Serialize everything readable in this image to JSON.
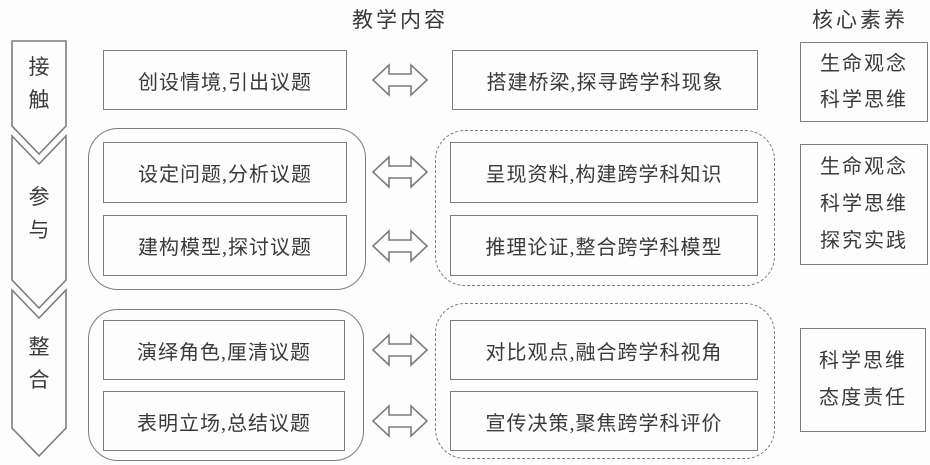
{
  "header": {
    "teaching_content": "教学内容",
    "core_literacy": "核心素养"
  },
  "stages": [
    {
      "label": "接触"
    },
    {
      "label": "参与"
    },
    {
      "label": "整合"
    }
  ],
  "rows": [
    {
      "activity": "创设情境,引出议题",
      "content": "搭建桥梁,探寻跨学科现象"
    },
    {
      "activity": "设定问题,分析议题",
      "content": "呈现资料,构建跨学科知识"
    },
    {
      "activity": "建构模型,探讨议题",
      "content": "推理论证,整合跨学科模型"
    },
    {
      "activity": "演绎角色,厘清议题",
      "content": "对比观点,融合跨学科视角"
    },
    {
      "activity": "表明立场,总结议题",
      "content": "宣传决策,聚焦跨学科评价"
    }
  ],
  "competencies": [
    {
      "text": "生命观念\n科学思维"
    },
    {
      "text": "生命观念\n科学思维\n探究实践"
    },
    {
      "text": "科学思维\n态度责任"
    }
  ],
  "colors": {
    "border": "#7d7d7d",
    "text": "#3a3a3a",
    "background": "#fdfdfd"
  }
}
